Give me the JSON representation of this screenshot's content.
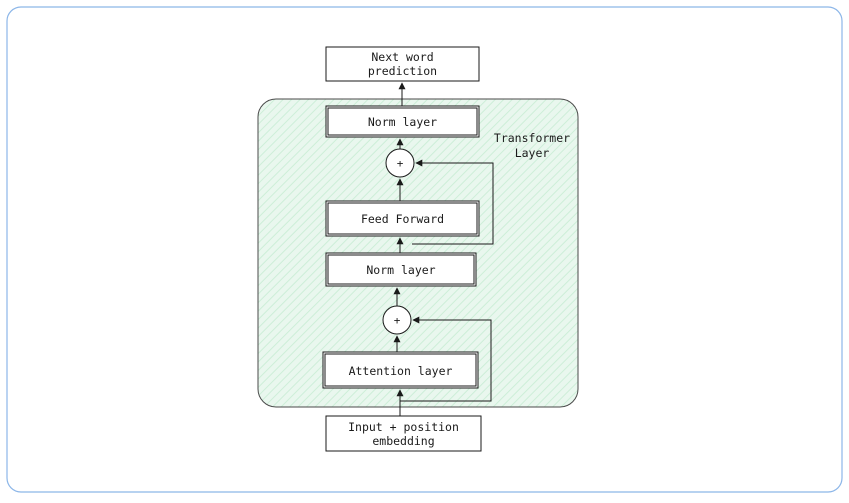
{
  "diagram": {
    "container_label": [
      "Transformer",
      "Layer"
    ],
    "nodes": {
      "next_word": [
        "Next word",
        "prediction"
      ],
      "norm_top": "Norm layer",
      "add_top": "+",
      "feed_forward": "Feed Forward",
      "norm_mid": "Norm layer",
      "add_bottom": "+",
      "attention": "Attention layer",
      "input": [
        "Input + position",
        "embedding"
      ]
    }
  },
  "colors": {
    "frame_border": "#8cb6e8",
    "container_fill": "#e9f7ee",
    "container_hatch": "#cdeed8",
    "container_border": "#4a4a4a",
    "line": "#1a1a1a"
  }
}
